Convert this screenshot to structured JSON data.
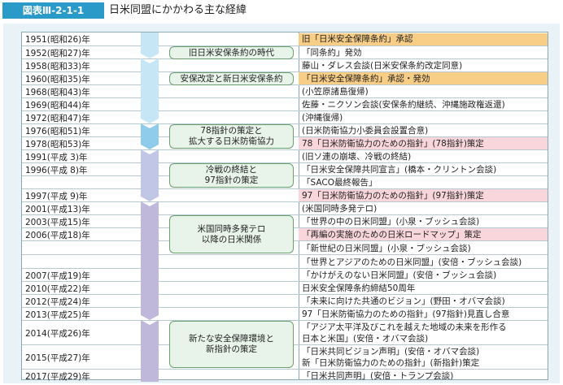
{
  "header": {
    "figure_label": "図表Ⅲ-2-1-1",
    "title": "日米同盟にかかわる主な経緯"
  },
  "eras": [
    "旧日米安保条約の時代",
    "安保改定と新日米安保条約",
    "78指針の策定と 拡大する日米防衛協力",
    "冷戦の終結と 97指針の策定",
    "米国同時多発テロ 以降の日米関係",
    "新たな安全保障環境と 新指針の策定"
  ],
  "rows": [
    {
      "year": "1951(昭和26)年",
      "event": "旧「日米安全保障条約」承認",
      "highlight": "orange"
    },
    {
      "year": "1952(昭和27)年",
      "event": "「同条約」発効",
      "highlight": ""
    },
    {
      "year": "1958(昭和33)年",
      "event": "藤山・ダレス会談(日米安保条約改定同意)",
      "highlight": ""
    },
    {
      "year": "1960(昭和35)年",
      "event": "「日米安全保障条約」承認・発効",
      "highlight": "orange"
    },
    {
      "year": "1968(昭和43)年",
      "event": "(小笠原諸島復帰)",
      "highlight": ""
    },
    {
      "year": "1969(昭和44)年",
      "event": "佐藤・ニクソン会談(安保条約継続、沖縄施政権返還)",
      "highlight": ""
    },
    {
      "year": "1972(昭和47)年",
      "event": "(沖縄復帰)",
      "highlight": ""
    },
    {
      "year": "1976(昭和51)年",
      "event": "(日米防衛協力小委員会設置合意)",
      "highlight": ""
    },
    {
      "year": "1978(昭和53)年",
      "event": "78「日米防衛協力のための指針」(78指針)策定",
      "highlight": "pink"
    },
    {
      "year": "1991(平成 3)年",
      "event": "(旧ソ連の崩壊、冷戦の終結)",
      "highlight": ""
    },
    {
      "year": "1996(平成 8)年",
      "event": "「日米安全保障共同宣言」(橋本・クリントン会談)",
      "highlight": ""
    },
    {
      "year": "",
      "event": "「SACO最終報告」",
      "highlight": ""
    },
    {
      "year": "1997(平成 9)年",
      "event": "97「日米防衛協力のための指針」(97指針)策定",
      "highlight": "pink"
    },
    {
      "year": "2001(平成13)年",
      "event": "(米国同時多発テロ)",
      "highlight": ""
    },
    {
      "year": "2003(平成15)年",
      "event": "「世界の中の日米同盟」(小泉・ブッシュ会談)",
      "highlight": ""
    },
    {
      "year": "2006(平成18)年",
      "event": "「再編の実施のための日米ロードマップ」策定",
      "highlight": "pink"
    },
    {
      "year": "",
      "event": "「新世紀の日米同盟」(小泉・ブッシュ会談)",
      "highlight": ""
    },
    {
      "year": "",
      "event": "「世界とアジアのための日米同盟」(安倍・ブッシュ会談)",
      "highlight": ""
    },
    {
      "year": "2007(平成19)年",
      "event": "「かけがえのない日米同盟」(安倍・ブッシュ会談)",
      "highlight": ""
    },
    {
      "year": "2010(平成22)年",
      "event": "日米安全保障条約締結50周年",
      "highlight": ""
    },
    {
      "year": "2012(平成24)年",
      "event": "「未来に向けた共通のビジョン」(野田・オバマ会談)",
      "highlight": ""
    },
    {
      "year": "2013(平成25)年",
      "event": "97「日米防衛協力のための指針」(97指針)見直し合意",
      "highlight": ""
    },
    {
      "year": "2014(平成26)年",
      "event": "「アジア太平洋及びこれを越えた地域の未来を形作る 日本と米国」(安倍・オバマ会談)",
      "highlight": ""
    },
    {
      "year": "2015(平成27)年",
      "event": "「日米共同ビジョン声明」(安倍・オバマ会談) 新「日米防衛協力のための指針」(新指針)策定",
      "highlight": ""
    },
    {
      "year": "2017(平成29)年",
      "event": "「日米共同声明」(安倍・トランプ会談)",
      "highlight": ""
    }
  ],
  "colors": {
    "tag_bg": "#2a9bc9",
    "orange_highlight": "#f8cd86",
    "pink_highlight": "#f9d6dc",
    "era_box_bg": "#e8f4ea",
    "era_box_border": "#6aa06e"
  }
}
